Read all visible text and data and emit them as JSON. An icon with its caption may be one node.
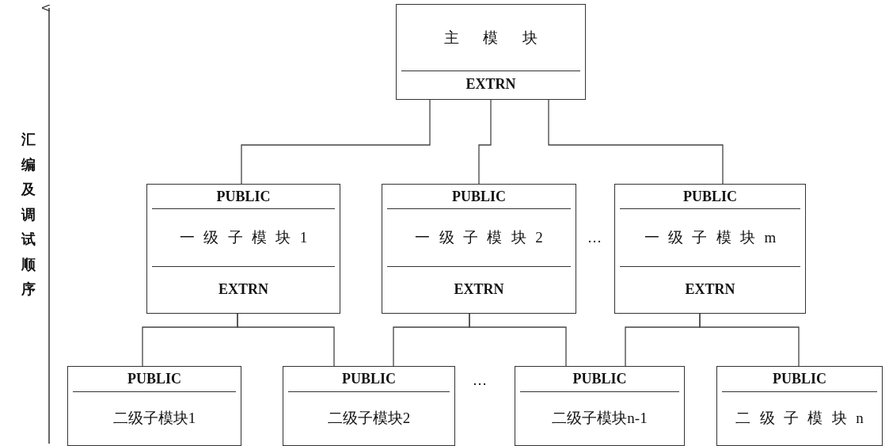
{
  "diagram": {
    "nodes": [
      {
        "text": [
          "主模块",
          "EXTRN"
        ]
      },
      {
        "text": [
          "PUBLIC",
          "一级子模块1",
          "EXTRN"
        ]
      },
      {
        "text": [
          "PUBLIC",
          "一级子模块2",
          "EXTRN"
        ]
      },
      {
        "text": [
          "PUBLIC",
          "一级子模块m",
          "EXTRN"
        ]
      },
      {
        "text": [
          "PUBLIC",
          "二级子模块1"
        ]
      },
      {
        "text": [
          "PUBLIC",
          "二级子模块2"
        ]
      },
      {
        "text": [
          "PUBLIC",
          "二级子模块n-1"
        ]
      },
      {
        "text": [
          "PUBLIC",
          "二级子模块n"
        ]
      }
    ],
    "edges": [
      {
        "from": 0,
        "to": 1,
        "arrow": "none"
      },
      {
        "from": 0,
        "to": 2,
        "arrow": "none"
      },
      {
        "from": 0,
        "to": 3,
        "arrow": "none"
      },
      {
        "from": 1,
        "to": 4,
        "arrow": "none"
      },
      {
        "from": 1,
        "to": 5,
        "arrow": "none"
      },
      {
        "from": 2,
        "to": 5,
        "arrow": "none"
      },
      {
        "from": 2,
        "to": 6,
        "arrow": "none"
      },
      {
        "from": 3,
        "to": 6,
        "arrow": "none"
      },
      {
        "from": 3,
        "to": 7,
        "arrow": "none"
      }
    ],
    "labels": [
      "汇编及调试顺序",
      "…",
      "…"
    ]
  }
}
